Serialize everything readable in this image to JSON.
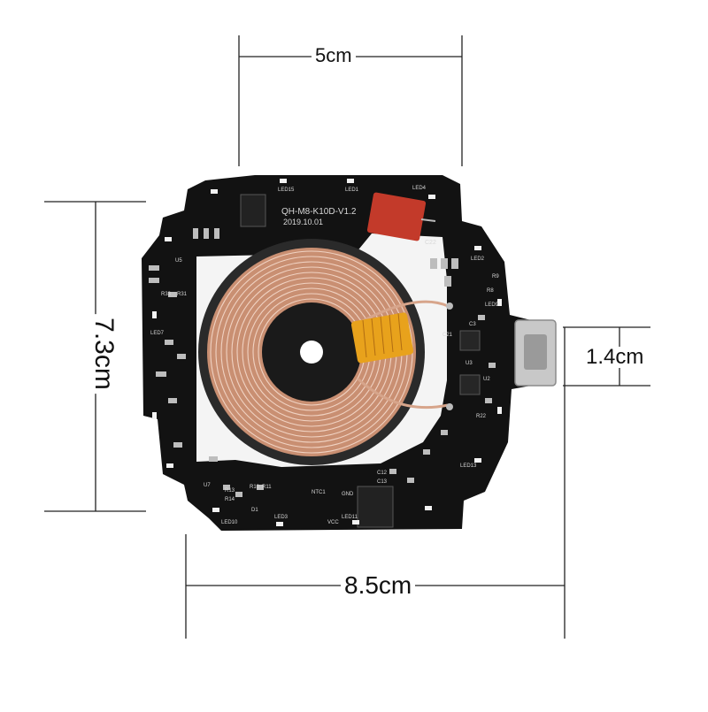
{
  "dimensions": {
    "top_width": "5cm",
    "left_height": "7.3cm",
    "port_height": "1.4cm",
    "bottom_width": "8.5cm"
  },
  "board": {
    "model_text": "QH-M8-K10D-V1.2",
    "date_text": "2019.10.01",
    "silk_labels": [
      "LED15",
      "LED1",
      "LED4",
      "LED2",
      "C22",
      "U5",
      "R31",
      "R33",
      "LED7",
      "LED9",
      "C3",
      "U2",
      "R22",
      "LED3",
      "LED10",
      "LED11",
      "NTC1",
      "R10",
      "R11",
      "R13",
      "R14",
      "D1",
      "U7",
      "C12",
      "C13",
      "VCC",
      "GND",
      "LED13",
      "R8",
      "R9",
      "U3",
      "C21"
    ]
  },
  "colors": {
    "pcb": "#121212",
    "coil_copper": "#c98f72",
    "coil_wire": "#d7a58b",
    "ferrite": "#1a1a1a",
    "capacitor": "#c33a2a",
    "tape": "#e8a21c",
    "usb_port": "#c8c8c8"
  }
}
